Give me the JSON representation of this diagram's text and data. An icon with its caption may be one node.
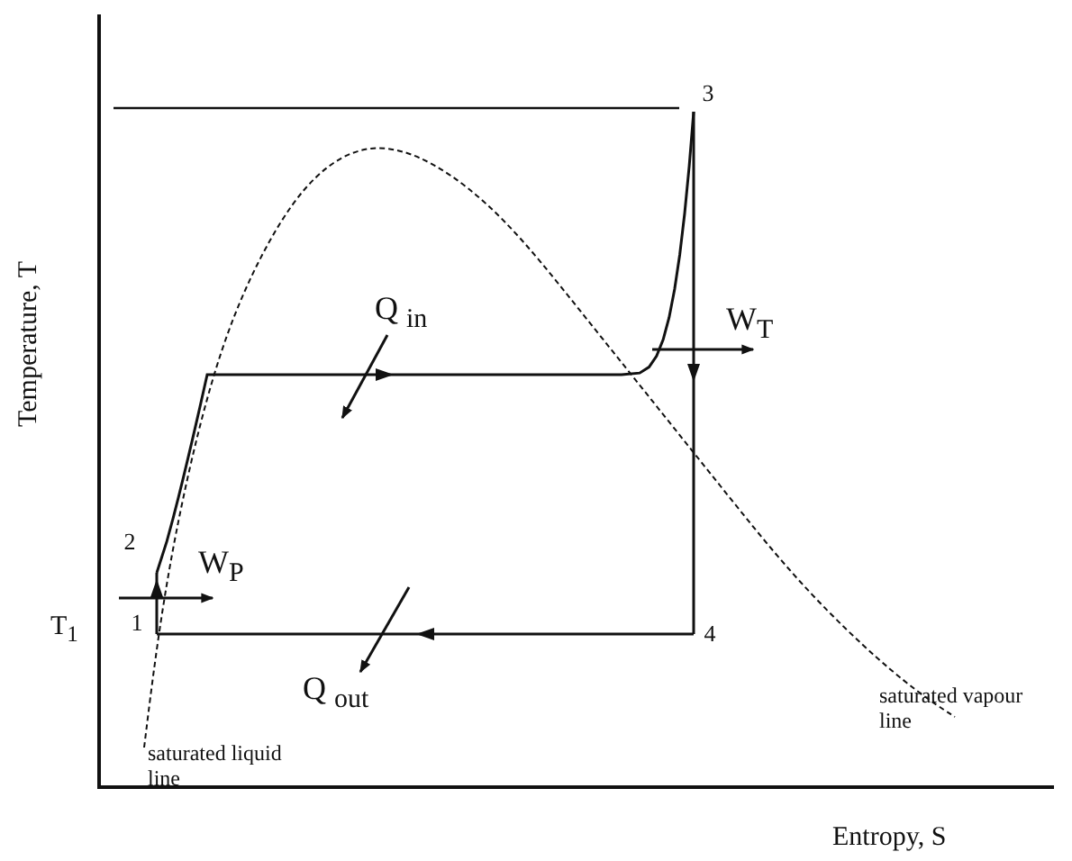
{
  "diagram": {
    "nodes": [
      {
        "text": [
          "1"
        ]
      },
      {
        "text": [
          "2"
        ]
      },
      {
        "text": [
          "3"
        ]
      },
      {
        "text": [
          "4"
        ]
      }
    ],
    "edges": [
      {
        "from": 0,
        "to": 1,
        "arrow": "to"
      },
      {
        "from": 1,
        "to": 2,
        "arrow": "to"
      },
      {
        "from": 2,
        "to": 3,
        "arrow": "to"
      },
      {
        "from": 3,
        "to": 0,
        "arrow": "to"
      }
    ],
    "labels": [
      "Temperature, T",
      "Q $_{in}$",
      "W$_{T}$",
      "W$_{P}$",
      "T$_{1}$",
      "Q $_{out}$",
      "saturated vapour line",
      "saturated liquid line",
      "Entropy, S"
    ]
  }
}
